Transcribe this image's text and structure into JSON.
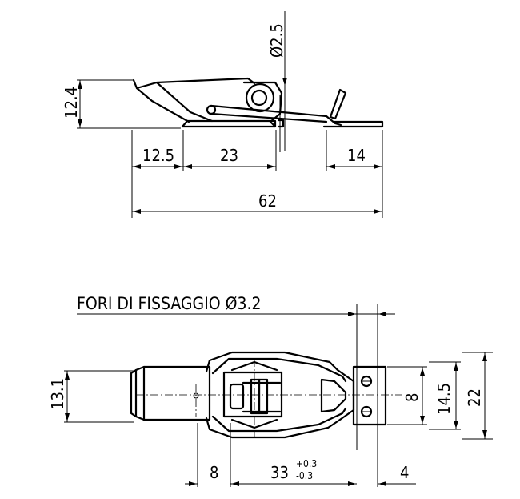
{
  "side_view": {
    "hole_diameter": "Ø2.5",
    "height": "12.4",
    "dims": {
      "d1": "12.5",
      "d2": "23",
      "d3": "14",
      "overall": "62"
    }
  },
  "top_view": {
    "note": "FORI DI FISSAGGIO Ø3.2",
    "height_left": "13.1",
    "hole_spacing": "8",
    "plate_width": "14.5",
    "overall_width": "22",
    "dim_left": "8",
    "dim_mid": "33",
    "tol_upper": "+0.3",
    "tol_lower": "-0.3",
    "dim_right": "4"
  }
}
